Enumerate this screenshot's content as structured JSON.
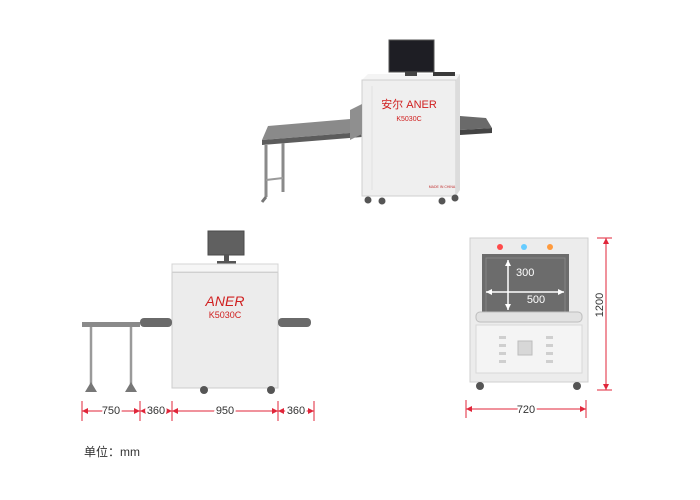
{
  "machine": {
    "brand_cn_en": "安尔 ANER",
    "brand": "ANER",
    "model": "K5030C",
    "badge": "MADE IN CHINA"
  },
  "dimensions": {
    "side_view": [
      "750",
      "360",
      "950",
      "360"
    ],
    "front_width": "720",
    "front_height": "1200",
    "tunnel_height": "300",
    "tunnel_width": "500"
  },
  "unit_label": "单位：mm",
  "colors": {
    "dimension_line": "#e0263a",
    "machine_body": "#ececec",
    "panel_dark": "#6c6c6c",
    "brand_red": "#d02020",
    "led_red": "#ff4a4a",
    "led_blue": "#66ccff",
    "led_orange": "#ff9a3c"
  }
}
